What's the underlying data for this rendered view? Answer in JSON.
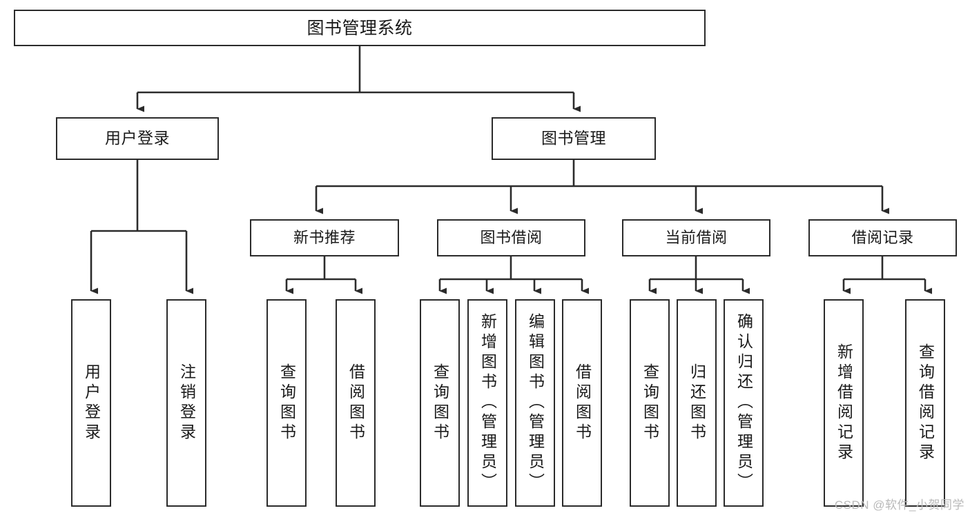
{
  "diagram": {
    "title": "图书管理系统",
    "type": "tree",
    "watermark": "CSDN @软件_小贺同学",
    "colors": {
      "border": "#2b2b2b",
      "background": "#ffffff",
      "text": "#1a1a1a",
      "watermark": "#b9b9b9"
    },
    "nodes": {
      "root": {
        "label": "图书管理系统",
        "level": 1
      },
      "lvl2": [
        {
          "label": "用户登录",
          "level": 2
        },
        {
          "label": "图书管理",
          "level": 2
        }
      ],
      "lvl3": [
        {
          "label": "新书推荐",
          "level": 3
        },
        {
          "label": "图书借阅",
          "level": 3
        },
        {
          "label": "当前借阅",
          "level": 3
        },
        {
          "label": "借阅记录",
          "level": 3
        }
      ],
      "leaves": [
        {
          "label": "用户登录",
          "parent": "用户登录"
        },
        {
          "label": "注销登录",
          "parent": "用户登录"
        },
        {
          "label": "查询图书",
          "parent": "新书推荐"
        },
        {
          "label": "借阅图书",
          "parent": "新书推荐"
        },
        {
          "label": "查询图书",
          "parent": "图书借阅"
        },
        {
          "label": "新增图书（管理员）",
          "parent": "图书借阅"
        },
        {
          "label": "编辑图书（管理员）",
          "parent": "图书借阅"
        },
        {
          "label": "借阅图书",
          "parent": "图书借阅"
        },
        {
          "label": "查询图书",
          "parent": "当前借阅"
        },
        {
          "label": "归还图书",
          "parent": "当前借阅"
        },
        {
          "label": "确认归还（管理员）",
          "parent": "当前借阅"
        },
        {
          "label": "新增借阅记录",
          "parent": "借阅记录"
        },
        {
          "label": "查询借阅记录",
          "parent": "借阅记录"
        }
      ]
    }
  }
}
